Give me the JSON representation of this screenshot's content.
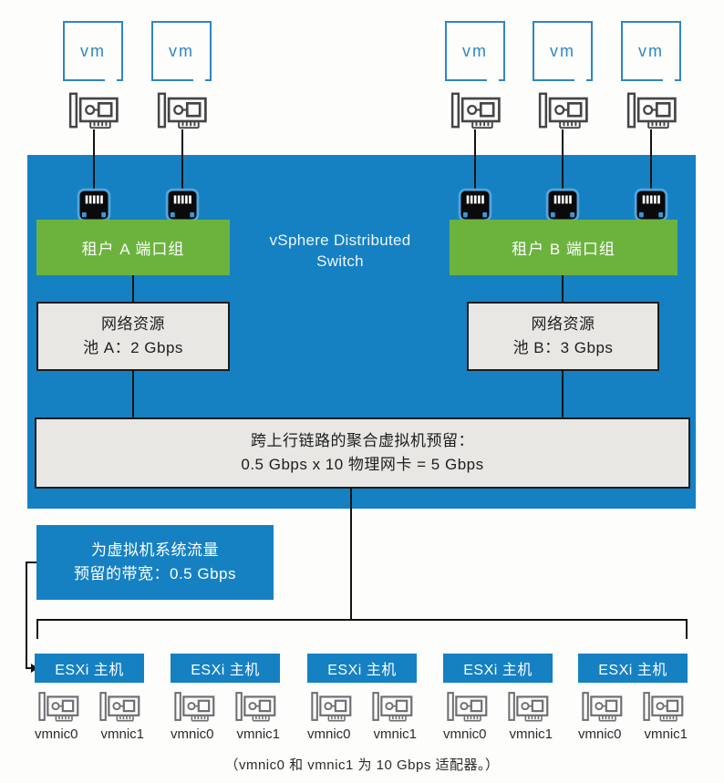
{
  "vm_label": "vm",
  "switch": {
    "title_line1": "vSphere Distributed",
    "title_line2": "Switch",
    "color": "#1581C2",
    "port_groups": [
      {
        "label": "租户 A 端口组",
        "color": "#6CB33E"
      },
      {
        "label": "租户 B 端口组",
        "color": "#6CB33E"
      }
    ],
    "resource_pools": [
      {
        "line1": "网络资源",
        "line2": "池 A：2 Gbps"
      },
      {
        "line1": "网络资源",
        "line2": "池 B：3 Gbps"
      }
    ],
    "aggregate_reservation": {
      "line1": "跨上行链路的聚合虚拟机预留：",
      "line2": "0.5 Gbps x 10 物理网卡 = 5 Gbps"
    }
  },
  "system_traffic": {
    "line1": "为虚拟机系统流量",
    "line2": "预留的带宽：0.5 Gbps"
  },
  "hosts": [
    {
      "label": "ESXi 主机",
      "nics": [
        "vmnic0",
        "vmnic1"
      ]
    },
    {
      "label": "ESXi 主机",
      "nics": [
        "vmnic0",
        "vmnic1"
      ]
    },
    {
      "label": "ESXi 主机",
      "nics": [
        "vmnic0",
        "vmnic1"
      ]
    },
    {
      "label": "ESXi 主机",
      "nics": [
        "vmnic0",
        "vmnic1"
      ]
    },
    {
      "label": "ESXi 主机",
      "nics": [
        "vmnic0",
        "vmnic1"
      ]
    }
  ],
  "caption": "（vmnic0 和 vmnic1 为 10 Gbps 适配器。）",
  "icons": {
    "nic": "network-adapter-icon",
    "port": "ethernet-port-icon"
  },
  "colors": {
    "blue": "#1581C2",
    "green": "#6CB33E",
    "gray_box": "#E8E7E4",
    "line": "#131313",
    "vm_outline": "#2F86C2"
  }
}
